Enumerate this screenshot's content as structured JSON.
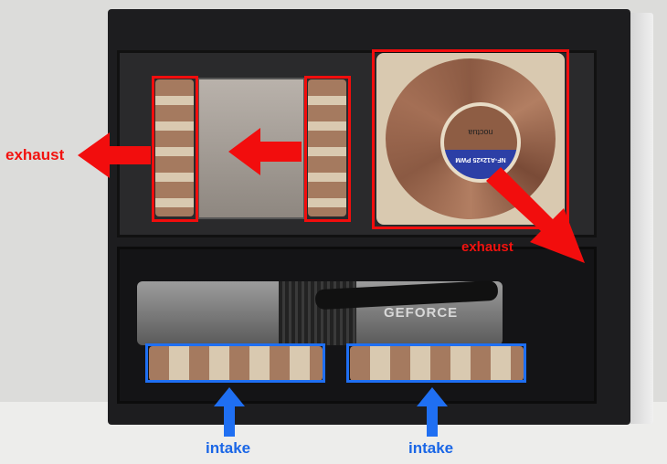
{
  "annotations": {
    "exhaust_left": "exhaust",
    "exhaust_right": "exhaust",
    "intake_left": "intake",
    "intake_right": "intake"
  },
  "photo_text": {
    "fan_model": "NF-A12x25 PWM",
    "fan_brand": "noctua",
    "gpu_brand": "GEFORCE"
  },
  "colors": {
    "exhaust": "#f20d0d",
    "intake": "#1f6ff2"
  }
}
